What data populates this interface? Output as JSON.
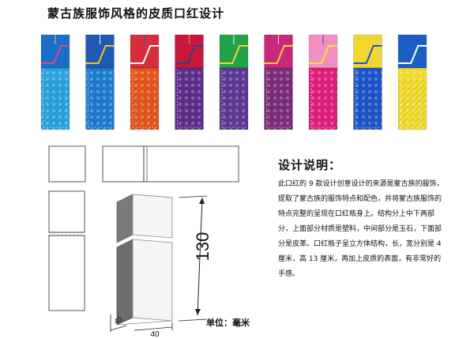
{
  "page_title": "蒙古族服饰风格的皮质口红设计",
  "description": {
    "heading": "设计说明：",
    "body": "此口红的 9 款设计创意设计的来源是蒙古族的服饰，提取了蒙古族的服饰特点和配色，并将蒙古族服饰的特点完整的呈现在口红瓶身上。结构分上中下两部分，上面部分材质是塑料，中间部分是玉石，下面部分是皮革。口红瓶子呈立方体结构，长，宽分别是 4 厘米，高 13 厘米，再加上皮质的表面，有非常好的手感。"
  },
  "dimensions": {
    "height_label": "130",
    "width_label": "40",
    "depth_label": "40",
    "unit_label": "单位：毫米"
  },
  "lipsticks": [
    {
      "name": "blue-wave",
      "top": "#1a6fc9",
      "mid": "#2aa2e0",
      "accent": "#d04a8a",
      "trim": "#f0c03a"
    },
    {
      "name": "navy-gold",
      "top": "#1e59b2",
      "mid": "#1d7ccf",
      "accent": "#f0c03a",
      "trim": "#ffffff"
    },
    {
      "name": "red-orange",
      "top": "#d42f3a",
      "mid": "#e4541b",
      "accent": "#ffffff",
      "trim": "#2f4fb0"
    },
    {
      "name": "purple-red",
      "top": "#c8173a",
      "mid": "#5c2d8a",
      "accent": "#2b3f8a",
      "trim": "#d8b23a"
    },
    {
      "name": "green-purple",
      "top": "#22a34a",
      "mid": "#5c3894",
      "accent": "#f4d23a",
      "trim": "#ffffff"
    },
    {
      "name": "magenta-seal",
      "top": "#c9287a",
      "mid": "#7b2c7a",
      "accent": "#f4d23a",
      "trim": "#ffffff"
    },
    {
      "name": "pink-yellow",
      "top": "#f090c0",
      "mid": "#e01d7a",
      "accent": "#f4e13a",
      "trim": "#2f4fb0"
    },
    {
      "name": "blue-yellow",
      "top": "#f1d632",
      "mid": "#1d55c8",
      "accent": "#1d55c8",
      "trim": "#f1d632"
    },
    {
      "name": "cloud-yellow",
      "top": "#1b5fc4",
      "mid": "#f1da2a",
      "accent": "#ffffff",
      "trim": "#1b5fc4"
    }
  ]
}
